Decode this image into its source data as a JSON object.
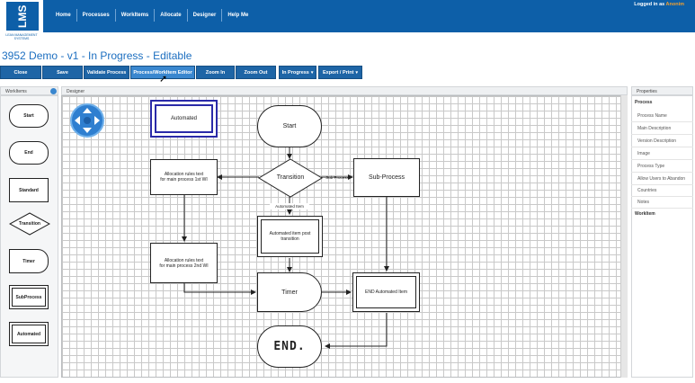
{
  "header": {
    "logo": "LMS",
    "logo_sub": "LEAN MANAGEMENT SYSTEMS",
    "nav": [
      "Home",
      "Processes",
      "WorkItems",
      "Allocate",
      "Designer",
      "Help Me"
    ],
    "logged_prefix": "Logged in as",
    "logged_user": "Anonim"
  },
  "page_title": "3952 Demo - v1 - In Progress - Editable",
  "toolbar": {
    "close": "Close",
    "save": "Save",
    "validate": "Validate Process",
    "editor": "Process/WorkItem Editor",
    "zoom_in": "Zoom In",
    "zoom_out": "Zoom Out",
    "status": "In Progress",
    "export": "Export / Print"
  },
  "panels": {
    "workitems_title": "WorkItems",
    "designer_title": "Designer",
    "properties_title": "Properties"
  },
  "workitem_types": [
    "Start",
    "End",
    "Standard",
    "Transition",
    "Timer",
    "SubProcess",
    "Automated"
  ],
  "properties": {
    "process_section": "Process",
    "rows": [
      "Process Name",
      "Main Description",
      "Version Description",
      "Image",
      "Process Type",
      "Allow Users to Abandon",
      "Countries",
      "Notes"
    ],
    "workitem_section": "WorkItem"
  },
  "diagram": {
    "automated": "Automated",
    "start": "Start",
    "transition": "Transition",
    "subprocess": "Sub-Process",
    "sub_process_label": "Sub Process",
    "automated_item_label": "Automated Item",
    "alloc1_line1": "Allocation rules text",
    "alloc1_line2": "for main process 1st WI",
    "alloc2_line1": "Allocation rules text",
    "alloc2_line2": "for main process 2nd WI",
    "auto_post_line1": "Automated item post",
    "auto_post_line2": "transition",
    "timer": "Timer",
    "end_automated": "END Automated Item",
    "end": "END."
  }
}
